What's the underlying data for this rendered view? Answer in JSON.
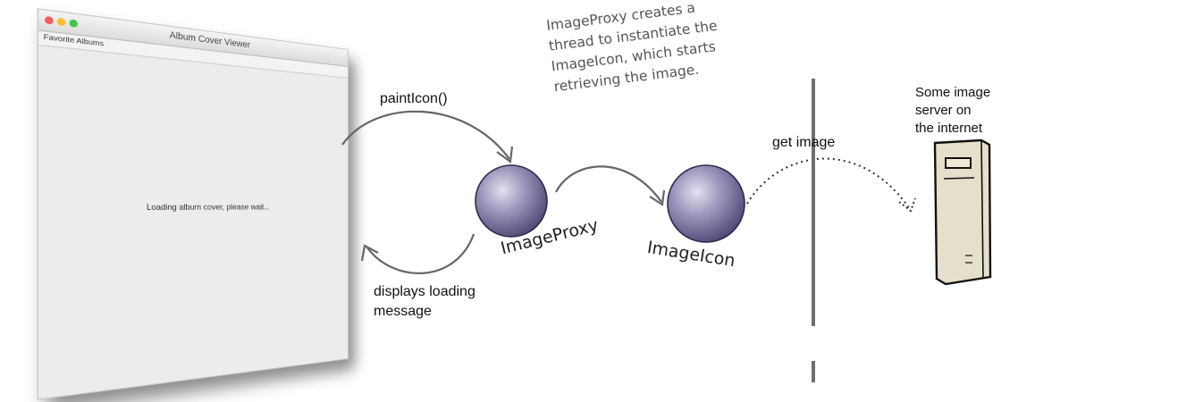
{
  "window": {
    "title": "Album Cover Viewer",
    "menu": "Favorite Albums",
    "message": "Loading album cover, please wait..."
  },
  "labels": {
    "paint_icon": "paintIcon()",
    "displays_loading_message": [
      "displays loading",
      "message"
    ],
    "get_image": "get image",
    "image_proxy": "ImageProxy",
    "image_icon": "ImageIcon"
  },
  "note": [
    "ImageProxy creates a",
    "thread to instantiate the",
    "ImageIcon, which starts",
    "retrieving the image."
  ],
  "server_note": [
    "Some image",
    "server on",
    "the internet"
  ],
  "colors": {
    "sphere": "#8f88b0",
    "sphere_dark": "#4e4674",
    "sphere_light": "#d9d6e8",
    "server_body": "#e6dfc9",
    "divider": "#6e6e6e"
  }
}
